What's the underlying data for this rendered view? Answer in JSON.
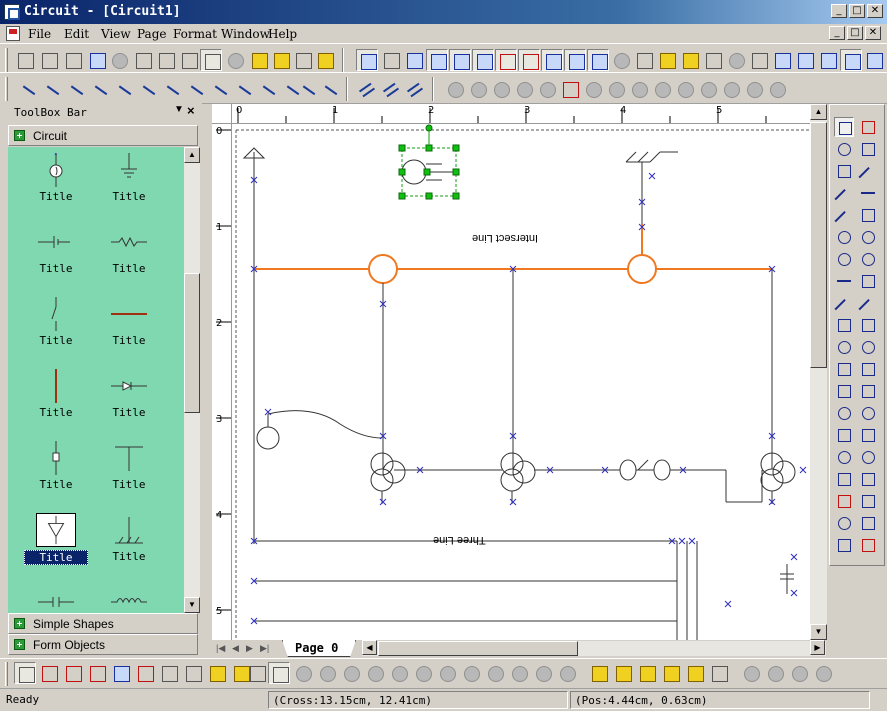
{
  "window": {
    "title": "Circuit - [Circuit1]",
    "minimize": "_",
    "maximize": "□",
    "close": "✕"
  },
  "menu": {
    "items": [
      "File",
      "Edit",
      "View",
      "Page",
      "Format",
      "Window",
      "Help"
    ]
  },
  "toolbox": {
    "title": "ToolBox Bar",
    "pin": "▼",
    "close": "×",
    "sections": [
      "Circuit",
      "Simple Shapes",
      "Form Objects"
    ],
    "items": [
      {
        "label": "Title",
        "icon": "clock-source-icon"
      },
      {
        "label": "Title",
        "icon": "ground-icon"
      },
      {
        "label": "Title",
        "icon": "battery-icon"
      },
      {
        "label": "Title",
        "icon": "resistor-icon"
      },
      {
        "label": "Title",
        "icon": "switch-icon"
      },
      {
        "label": "Title",
        "icon": "wire-red-icon"
      },
      {
        "label": "Title",
        "icon": "wire-vertical-red-icon"
      },
      {
        "label": "Title",
        "icon": "diode-icon"
      },
      {
        "label": "Title",
        "icon": "fuse-icon"
      },
      {
        "label": "Title",
        "icon": "tee-junction-icon"
      },
      {
        "label": "Title",
        "icon": "arrow-ground-icon",
        "selected": true
      },
      {
        "label": "Title",
        "icon": "earth-hatched-icon"
      },
      {
        "label": "",
        "icon": "capacitor-icon"
      },
      {
        "label": "",
        "icon": "inductor-icon"
      }
    ]
  },
  "rulers": {
    "h_labels": [
      "0",
      "1",
      "2",
      "3",
      "4",
      "5"
    ],
    "v_labels": [
      "0",
      "1",
      "2",
      "3",
      "4",
      "5"
    ]
  },
  "canvas": {
    "labels": {
      "intersect": "Intersect Line",
      "three": "Three Line"
    }
  },
  "page_tab": "Page  0",
  "status": {
    "ready": "Ready",
    "cross": "(Cross:13.15cm, 12.41cm)",
    "pos": "(Pos:4.44cm, 0.63cm)"
  },
  "colors": {
    "title_start": "#0a246a",
    "palette_bg": "#80d8b0",
    "wire_orange": "#f07820",
    "selection_green": "#10a010",
    "cross_blue": "#3030c0"
  }
}
